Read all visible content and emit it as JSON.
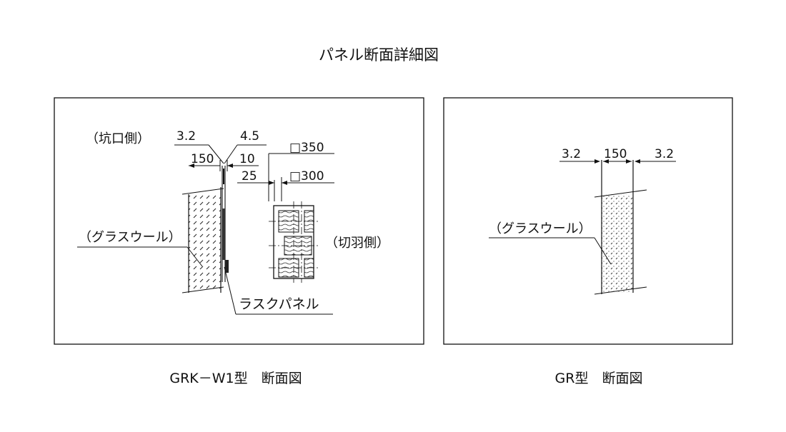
{
  "title": "パネル断面詳細図",
  "left_panel": {
    "caption": "GRK－W1型　断面図",
    "label_tunnel_side": "（坑口側）",
    "label_cut_side": "（切羽側）",
    "label_glass_wool": "（グラスウール）",
    "label_lask_panel": "ラスクパネル",
    "dim_3_2": "3.2",
    "dim_4_5": "4.5",
    "dim_150": "150",
    "dim_10": "10",
    "dim_25": "25",
    "dim_sq350": "□350",
    "dim_sq300": "□300"
  },
  "right_panel": {
    "caption": "GR型　断面図",
    "label_glass_wool": "（グラスウール）",
    "dim_left": "3.2",
    "dim_mid": "150",
    "dim_right": "3.2"
  }
}
